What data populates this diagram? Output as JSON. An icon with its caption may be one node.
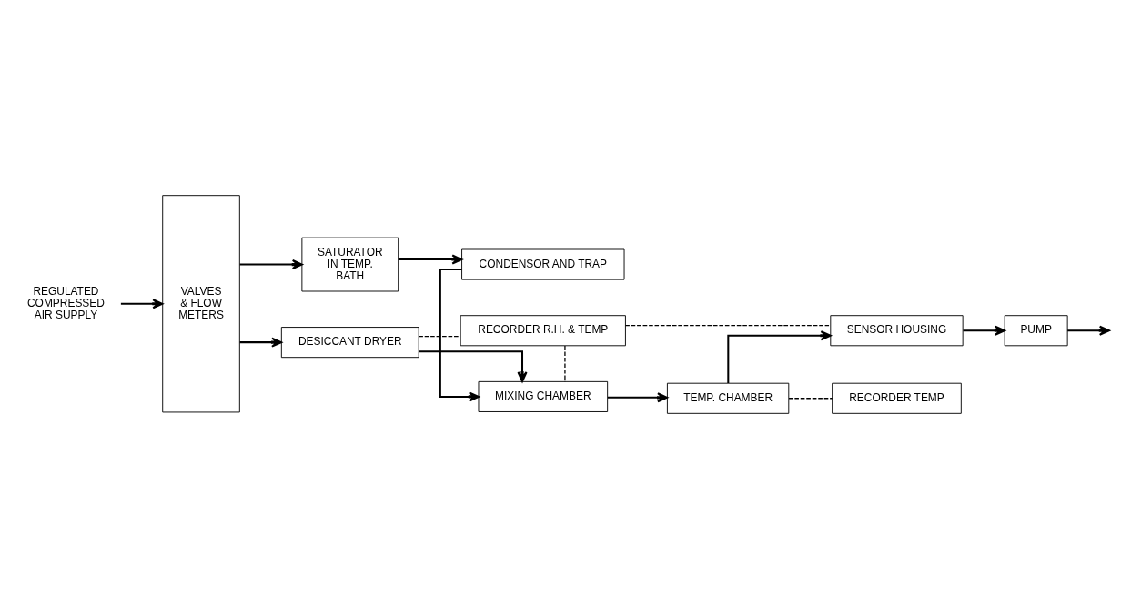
{
  "diagram": {
    "nodes": [
      {
        "text": [
          "VALVES & FLOW METERS"
        ]
      },
      {
        "text": [
          "DESICCANT DRYER"
        ]
      },
      {
        "text": [
          "RECORDER R.H. & TEMP"
        ]
      },
      {
        "text": [
          "SENSOR HOUSING"
        ]
      },
      {
        "text": [
          "PUMP"
        ]
      },
      {
        "text": [
          "MIXING CHAMBER"
        ]
      },
      {
        "text": [
          "TEMP. CHAMBER"
        ]
      },
      {
        "text": [
          "SATURATOR IN TEMP. BATH"
        ]
      },
      {
        "text": [
          "CONDENSOR AND TRAP"
        ]
      },
      {
        "text": [
          "RECORDER TEMP"
        ]
      },
      {
        "text": [
          "REGULATED COMPRESSED AIR SUPPLY"
        ]
      }
    ],
    "edges": [
      {
        "from": 10,
        "to": 0,
        "arrow": "to"
      },
      {
        "from": 0,
        "to": 1,
        "arrow": "to"
      },
      {
        "from": 0,
        "to": 7,
        "arrow": "to"
      },
      {
        "from": 1,
        "to": 2,
        "arrow": "none",
        "style": "dashed"
      },
      {
        "from": 2,
        "to": 3,
        "arrow": "none",
        "style": "dashed"
      },
      {
        "from": 1,
        "to": 5,
        "arrow": "to"
      },
      {
        "from": 7,
        "to": 8,
        "arrow": "to"
      },
      {
        "from": 8,
        "to": 5,
        "arrow": "to"
      },
      {
        "from": 2,
        "to": 5,
        "arrow": "none",
        "style": "dashed"
      },
      {
        "from": 5,
        "to": 6,
        "arrow": "to"
      },
      {
        "from": 6,
        "to": 3,
        "arrow": "to"
      },
      {
        "from": 6,
        "to": 9,
        "arrow": "none",
        "style": "dashed"
      },
      {
        "from": 3,
        "to": 4,
        "arrow": "to"
      },
      {
        "from": 4,
        "to": null,
        "arrow": "to"
      }
    ]
  }
}
